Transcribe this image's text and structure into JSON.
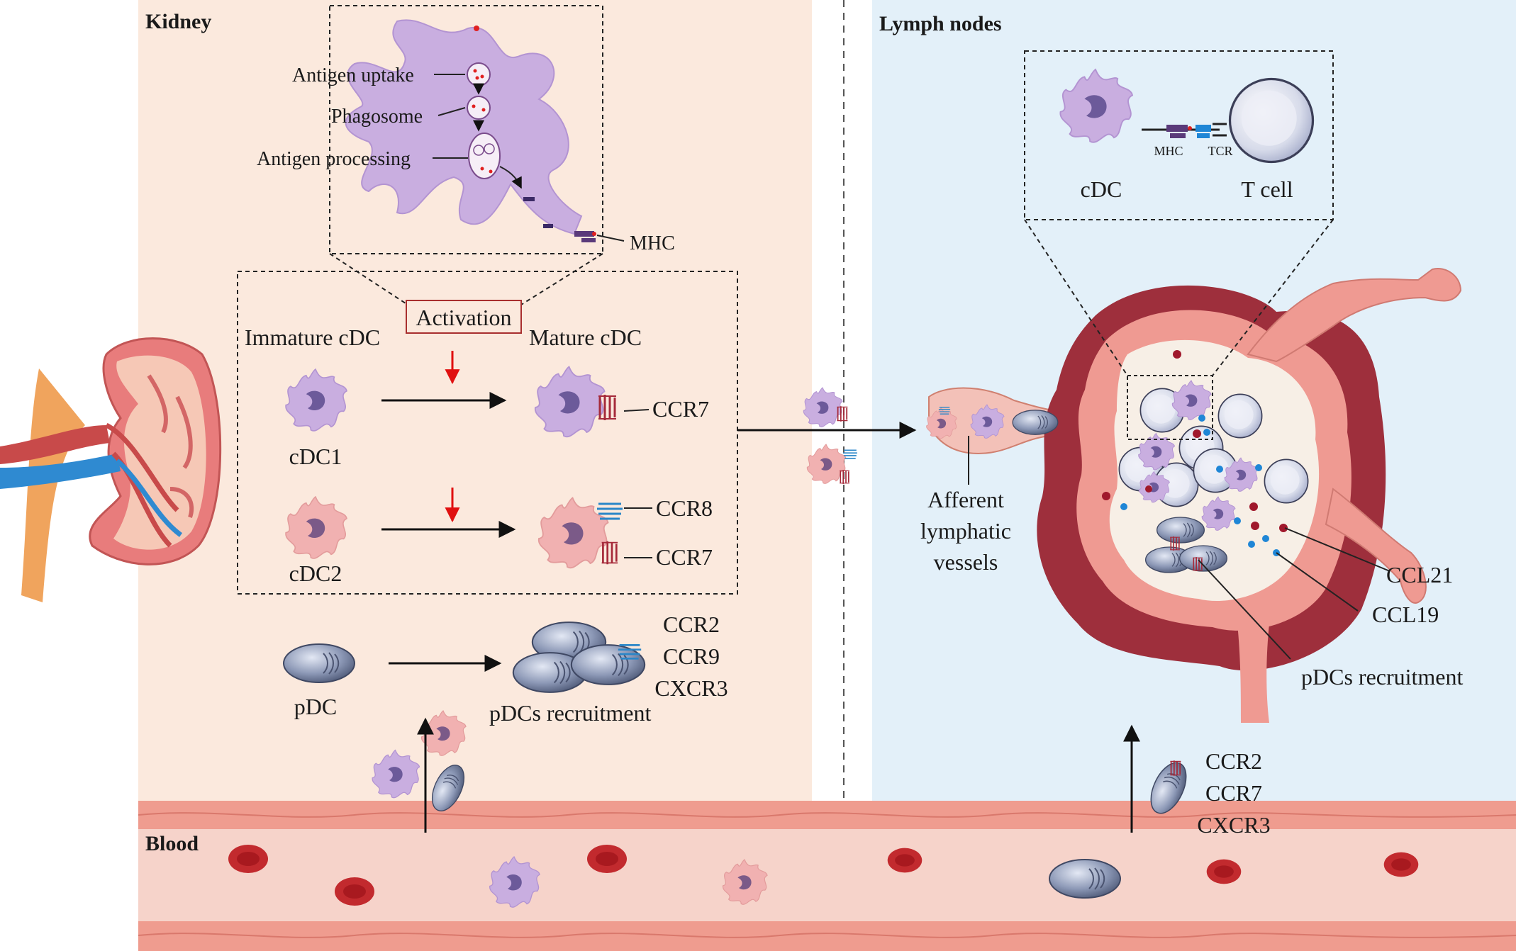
{
  "panels": {
    "kidney_title": "Kidney",
    "lymph_title": "Lymph nodes",
    "blood_title": "Blood"
  },
  "uptake_inset": {
    "antigen_uptake": "Antigen uptake",
    "phagosome": "Phagosome",
    "antigen_processing": "Antigen processing",
    "mhc": "MHC"
  },
  "activation": {
    "box_label": "Activation",
    "immature": "Immature cDC",
    "mature": "Mature cDC",
    "cdc1": "cDC1",
    "cdc2": "cDC2",
    "ccr7_a": "CCR7",
    "ccr8": "CCR8",
    "ccr7_b": "CCR7"
  },
  "pdc_row": {
    "pdc": "pDC",
    "recruitment": "pDCs recruitment",
    "receptors": [
      "CCR2",
      "CCR9",
      "CXCR3"
    ]
  },
  "lymph": {
    "afferent": [
      "Afferent",
      "lymphatic",
      "vessels"
    ],
    "cdc": "cDC",
    "tcell": "T cell",
    "mhc_small": "MHC",
    "tcr_small": "TCR",
    "ccl21": "CCL21",
    "ccl19": "CCL19",
    "recruitment": "pDCs recruitment",
    "blood_receptors": [
      "CCR2",
      "CCR7",
      "CXCR3"
    ]
  },
  "colors": {
    "kidney_bg": "#fbe9dd",
    "lymph_bg": "#e3f0f9",
    "blood_vessel": "#f3c6bd",
    "cdc1_purple": "#c9aee0",
    "cdc2_pink": "#f1b1b1",
    "pdc_gray": "#8b97b3",
    "node_dark": "#9e2f3c",
    "node_mid": "#ef9a92",
    "node_core": "#f7efe6",
    "ccl21_red": "#a0182c",
    "ccl19_blue": "#1f86d6"
  }
}
